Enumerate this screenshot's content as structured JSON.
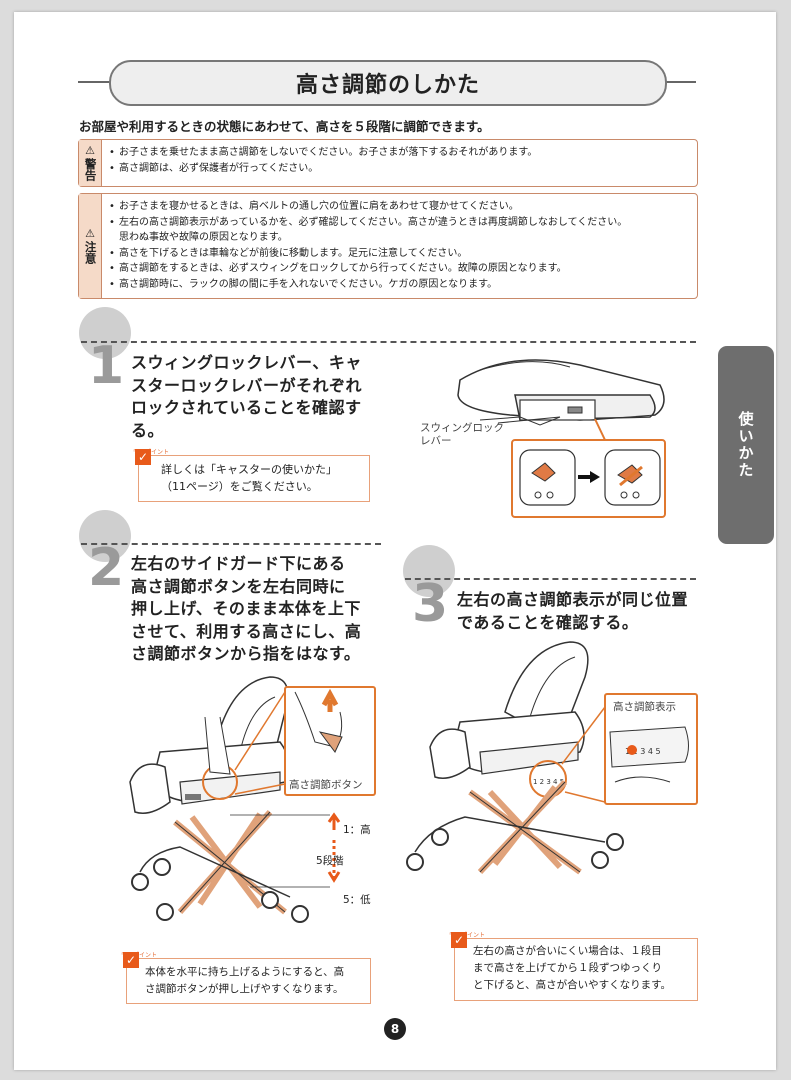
{
  "title": "高さ調節のしかた",
  "lead": "お部屋や利用するときの状態にあわせて、高さを５段階に調節できます。",
  "warning": {
    "label": "警告",
    "items": [
      "お子さまを乗せたまま高さ調節をしないでください。お子さまが落下するおそれがあります。",
      "高さ調節は、必ず保護者が行ってください。"
    ]
  },
  "caution": {
    "label": "注意",
    "items": [
      "お子さまを寝かせるときは、肩ベルトの通し穴の位置に肩をあわせて寝かせてください。",
      "左右の高さ調節表示があっているかを、必ず確認してください。高さが違うときは再度調節しなおしてください。",
      "思わぬ事故や故障の原因となります。",
      "高さを下げるときは車輪などが前後に移動します。足元に注意してください。",
      "高さ調節をするときは、必ずスウィングをロックしてから行ってください。故障の原因となります。",
      "高さ調節時に、ラックの脚の間に手を入れないでください。ケガの原因となります。"
    ]
  },
  "onepoint_label": "ワンポイント",
  "steps": [
    {
      "number": "1",
      "lines": [
        "スウィングロックレバー、キャ",
        "スターロックレバーがそれぞれ",
        "ロックされていることを確認す",
        "る。"
      ],
      "tip": [
        "詳しくは「キャスターの使いかた」",
        "（11ページ）をご覧ください。"
      ],
      "caption": [
        "スウィングロック",
        "レバー"
      ]
    },
    {
      "number": "2",
      "lines": [
        "左右のサイドガード下にある",
        "高さ調節ボタンを左右同時に",
        "押し上げ、そのまま本体を上下",
        "させて、利用する高さにし、高",
        "さ調節ボタンから指をはなす。"
      ],
      "tip": [
        "本体を水平に持ち上げるようにすると、高",
        "さ調節ボタンが押し上げやすくなります。"
      ],
      "button_caption": "高さ調節ボタン",
      "level_high": "1：高",
      "level_count": "5段階",
      "level_low": "5：低"
    },
    {
      "number": "3",
      "lines": [
        "左右の高さ調節表示が同じ位置",
        "であることを確認する。"
      ],
      "tip": [
        "左右の高さが合いにくい場合は、１段目",
        "まで高さを上げてから１段ずつゆっくり",
        "と下げると、高さが合いやすくなります。"
      ],
      "indicator_caption": "高さ調節表示",
      "indicator_numbers": "1 2 3 4 5"
    }
  ],
  "side_tab": "使いかた",
  "page_number": "8",
  "colors": {
    "accent": "#e85a1a",
    "box_border": "#c98a6a",
    "box_side": "#f5dac8",
    "tab": "#6e6e6e"
  }
}
